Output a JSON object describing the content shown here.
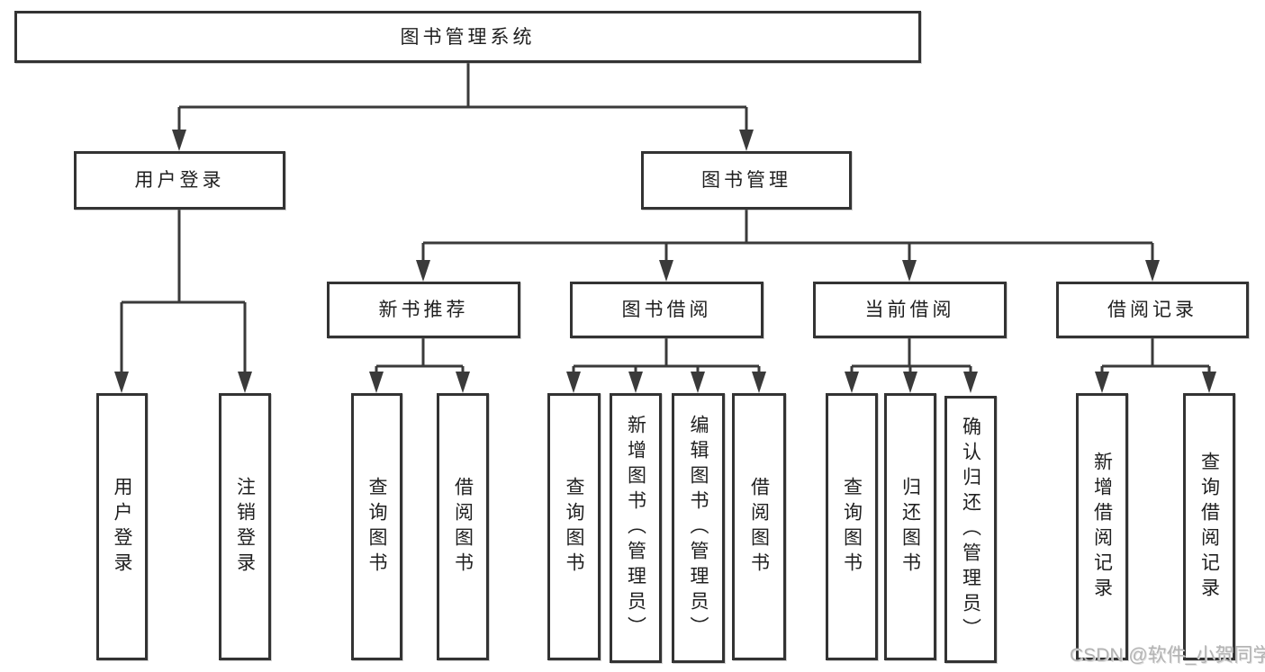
{
  "tree": {
    "root": {
      "label": "图书管理系统",
      "children": [
        {
          "label": "用户登录",
          "children": [
            {
              "label": "用户登录"
            },
            {
              "label": "注销登录"
            }
          ]
        },
        {
          "label": "图书管理",
          "children": [
            {
              "label": "新书推荐",
              "children": [
                {
                  "label": "查询图书"
                },
                {
                  "label": "借阅图书"
                }
              ]
            },
            {
              "label": "图书借阅",
              "children": [
                {
                  "label": "查询图书"
                },
                {
                  "label": "新增图书（管理员）"
                },
                {
                  "label": "编辑图书（管理员）"
                },
                {
                  "label": "借阅图书"
                }
              ]
            },
            {
              "label": "当前借阅",
              "children": [
                {
                  "label": "查询图书"
                },
                {
                  "label": "归还图书"
                },
                {
                  "label": "确认归还（管理员）"
                }
              ]
            },
            {
              "label": "借阅记录",
              "children": [
                {
                  "label": "新增借阅记录"
                },
                {
                  "label": "查询借阅记录"
                }
              ]
            }
          ]
        }
      ]
    }
  },
  "watermark": {
    "text": "CSDN @软件_小贺同学"
  },
  "colors": {
    "line": "#3a3a3a",
    "box_border": "#333333",
    "box_fill": "#ffffff",
    "text": "#1f1f1f",
    "watermark": "#b3b3b3",
    "background": "#ffffff"
  }
}
